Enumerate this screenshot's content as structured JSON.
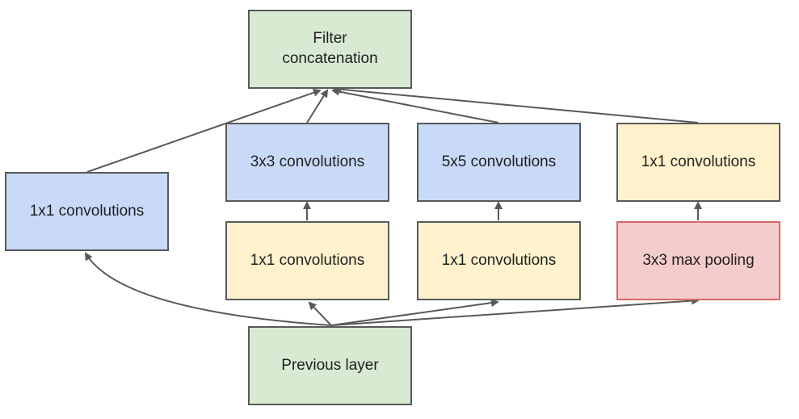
{
  "nodes": {
    "filter_concat": "Filter\nconcatenation",
    "conv1x1_left": "1x1 convolutions",
    "conv3x3": "3x3 convolutions",
    "conv5x5": "5x5 convolutions",
    "conv1x1_right_top": "1x1 convolutions",
    "conv1x1_reduce_3x3": "1x1 convolutions",
    "conv1x1_reduce_5x5": "1x1 convolutions",
    "maxpool3x3": "3x3 max pooling",
    "previous_layer": "Previous layer"
  },
  "colors": {
    "green": "#d9ead3",
    "blue": "#c9daf8",
    "yellow": "#fff2cc",
    "red": "#f4cccc",
    "red_border": "#e06666",
    "arrow": "#595959"
  }
}
